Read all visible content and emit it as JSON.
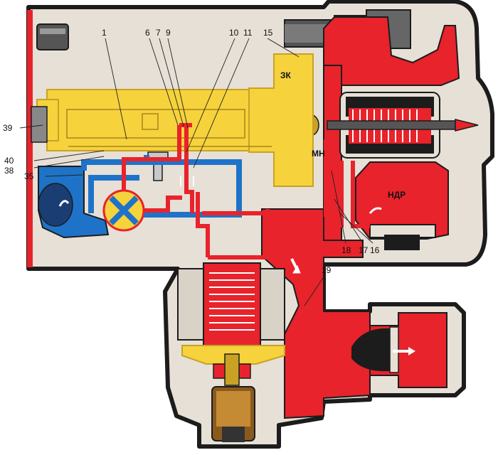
{
  "callouts": {
    "n1": "1",
    "n6": "6",
    "n7": "7",
    "n9": "9",
    "n10": "10",
    "n11": "11",
    "n15": "15",
    "n16": "16",
    "n17": "17",
    "n18": "18",
    "n19": "19",
    "n35": "35",
    "n38": "38",
    "n39": "39",
    "n40": "40"
  },
  "zones": {
    "zk": "ЗК",
    "mn": "МН",
    "ndr": "НДР"
  },
  "colors": {
    "housing": "#e6e0d6",
    "outline": "#1c1c1c",
    "high_pressure": "#e8232b",
    "low_pressure": "#1e73c8",
    "piston": "#f6d23c",
    "piston_edge": "#c9a224"
  }
}
